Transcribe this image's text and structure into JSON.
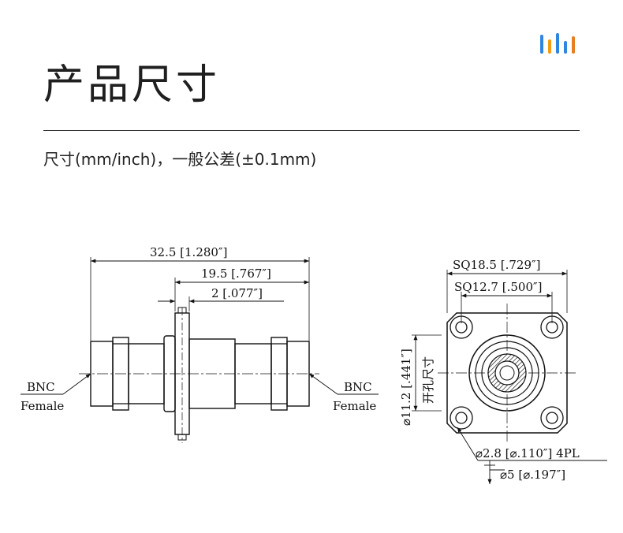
{
  "header": {
    "title": "产品尺寸",
    "subtitle": "尺寸(mm/inch)，一般公差(±0.1mm)",
    "logo_colors": [
      "#2e86de",
      "#f39c12",
      "#2e86de",
      "#2e86de",
      "#e67e22"
    ]
  },
  "side_view": {
    "dim_total": "32.5 [1.280″]",
    "dim_half": "19.5 [.767″]",
    "dim_flange": "2 [.077″]",
    "left_label_top": "BNC",
    "left_label_bottom": "Female",
    "right_label_top": "BNC",
    "right_label_bottom": "Female"
  },
  "front_view": {
    "dim_square_outer": "SQ18.5 [.729″]",
    "dim_square_holes": "SQ12.7 [.500″]",
    "dim_panel_cutout": "⌀11.2 [.441″]",
    "panel_cutout_note": "开孔尺寸",
    "dim_mount_hole": "⌀2.8 [⌀.110″] 4PL",
    "dim_counterbore": "⌀5 [⌀.197″]"
  }
}
